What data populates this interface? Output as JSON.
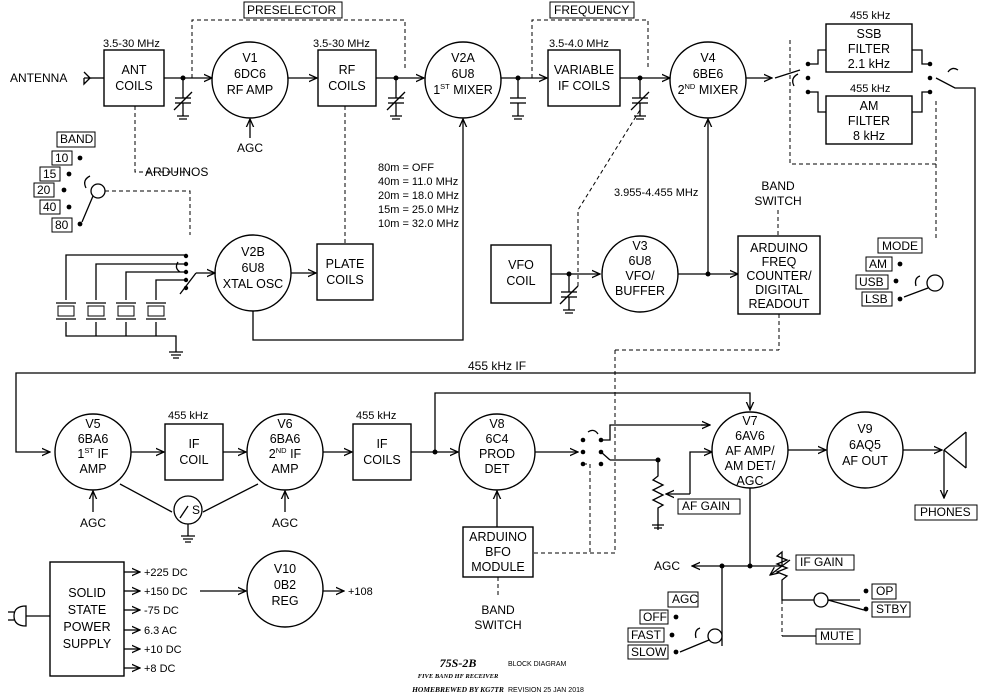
{
  "antenna": "ANTENNA",
  "ant_coils": {
    "freq": "3.5-30 MHz",
    "l1": "ANT",
    "l2": "COILS"
  },
  "v1": {
    "l1": "V1",
    "l2": "6DC6",
    "l3": "RF AMP"
  },
  "preselector": "PRESELECTOR",
  "rf_coils": {
    "freq": "3.5-30 MHz",
    "l1": "RF",
    "l2": "COILS"
  },
  "v2a": {
    "l1": "V2A",
    "l2": "6U8",
    "l3a": "1",
    "l3sup": "ST",
    "l3b": " MIXER"
  },
  "frequency": "FREQUENCY",
  "var_if": {
    "freq": "3.5-4.0 MHz",
    "l1": "VARIABLE",
    "l2": "IF COILS"
  },
  "v4": {
    "l1": "V4",
    "l2": "6BE6",
    "l3a": "2",
    "l3sup": "ND",
    "l3b": " MIXER"
  },
  "ssb_filter": {
    "freq": "455 kHz",
    "l1": "SSB",
    "l2": "FILTER",
    "l3": "2.1 kHz"
  },
  "am_filter": {
    "freq": "455 kHz",
    "l1": "AM",
    "l2": "FILTER",
    "l3": "8 kHz"
  },
  "agc_v1": "AGC",
  "band": {
    "title": "BAND",
    "options": [
      "10",
      "15",
      "20",
      "40",
      "80"
    ]
  },
  "arduinos": "ARDUINOS",
  "xtal_table": [
    "80m = OFF",
    "40m = 11.0 MHz",
    "20m = 18.0 MHz",
    "15m = 25.0 MHz",
    "10m = 32.0 MHz"
  ],
  "vfo_range": "3.955-4.455 MHz",
  "band_switch_top": {
    "l1": "BAND",
    "l2": "SWITCH"
  },
  "v2b": {
    "l1": "V2B",
    "l2": "6U8",
    "l3": "XTAL OSC"
  },
  "plate_coils": {
    "l1": "PLATE",
    "l2": "COILS"
  },
  "vfo_coil": {
    "l1": "VFO",
    "l2": "COIL"
  },
  "v3": {
    "l1": "V3",
    "l2": "6U8",
    "l3": "VFO/",
    "l4": "BUFFER"
  },
  "arduino_freq": {
    "l1": "ARDUINO",
    "l2": "FREQ",
    "l3": "COUNTER/",
    "l4": "DIGITAL",
    "l5": "READOUT"
  },
  "mode": {
    "title": "MODE",
    "options": [
      "AM",
      "USB",
      "LSB"
    ]
  },
  "if_line": "455 kHz IF",
  "v5": {
    "l1": "V5",
    "l2": "6BA6",
    "l3a": "1",
    "l3sup": "ST",
    "l3b": " IF",
    "l4": "AMP"
  },
  "if_coil": {
    "freq": "455 kHz",
    "l1": "IF",
    "l2": "COIL"
  },
  "v6": {
    "l1": "V6",
    "l2": "6BA6",
    "l3a": "2",
    "l3sup": "ND",
    "l3b": " IF",
    "l4": "AMP"
  },
  "if_coils": {
    "freq": "455 kHz",
    "l1": "IF",
    "l2": "COILS"
  },
  "v8": {
    "l1": "V8",
    "l2": "6C4",
    "l3": "PROD",
    "l4": "DET"
  },
  "v7": {
    "l1": "V7",
    "l2": "6AV6",
    "l3": "AF AMP/",
    "l4": "AM DET/",
    "l5": "AGC"
  },
  "v9": {
    "l1": "V9",
    "l2": "6AQ5",
    "l3": "AF OUT"
  },
  "agc_v5": "AGC",
  "agc_v6": "AGC",
  "meter_symbol": "S",
  "af_gain": "AF GAIN",
  "phones": "PHONES",
  "arduino_bfo": {
    "l1": "ARDUINO",
    "l2": "BFO",
    "l3": "MODULE"
  },
  "band_switch_bottom": {
    "l1": "BAND",
    "l2": "SWITCH"
  },
  "agc_bus": "AGC",
  "if_gain": "IF GAIN",
  "power": {
    "l1": "SOLID",
    "l2": "STATE",
    "l3": "POWER",
    "l4": "SUPPLY",
    "outputs": [
      "+225 DC",
      "+150 DC",
      "-75 DC",
      "6.3 AC",
      "+10 DC",
      "+8 DC"
    ]
  },
  "v10": {
    "l1": "V10",
    "l2": "0B2",
    "l3": "REG"
  },
  "reg_out": "+108",
  "agc_sw": {
    "title": "AGC",
    "options": [
      "OFF",
      "FAST",
      "SLOW"
    ]
  },
  "op_sw": {
    "options": [
      "OP",
      "STBY"
    ]
  },
  "mute": "MUTE",
  "footer": {
    "model": "75S-2B",
    "doc_type": "BLOCK DIAGRAM",
    "subtitle": "FIVE BAND HF RECEIVER",
    "credit": "HOMEBREWED BY KG7TR",
    "revision": "REVISION 25 JAN 2018"
  }
}
